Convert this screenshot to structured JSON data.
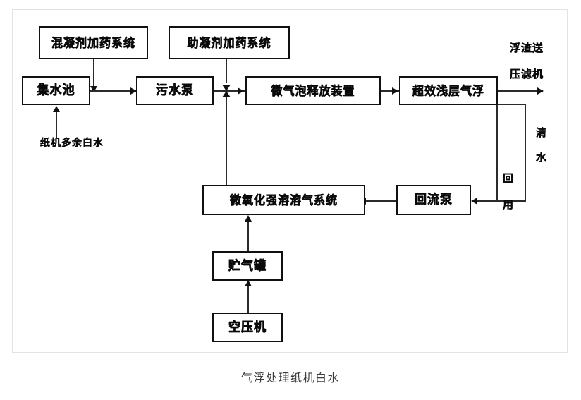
{
  "caption": "气浮处理纸机白水",
  "diagram": {
    "title": "气浮处理纸机白水",
    "type": "process-flow-diagram",
    "nodes": [
      {
        "id": "coagulant",
        "label": "混凝剂加药系统"
      },
      {
        "id": "flocculant",
        "label": "助凝剂加药系统"
      },
      {
        "id": "sump",
        "label": "集水池"
      },
      {
        "id": "sewage_pump",
        "label": "污水泵"
      },
      {
        "id": "microbubble",
        "label": "微气泡释放装置"
      },
      {
        "id": "flotation",
        "label": "超效浅层气浮"
      },
      {
        "id": "dissolve",
        "label": "微氧化强溶溶气系统"
      },
      {
        "id": "reflux_pump",
        "label": "回流泵"
      },
      {
        "id": "gas_tank",
        "label": "贮气罐"
      },
      {
        "id": "compressor",
        "label": "空压机"
      }
    ],
    "free_labels": [
      {
        "id": "scum_out_line1",
        "label": "浮渣送"
      },
      {
        "id": "scum_out_line2",
        "label": "压滤机"
      },
      {
        "id": "white_water_in",
        "label": "纸机多余白水"
      },
      {
        "id": "clear_water_reuse_1",
        "label": "清"
      },
      {
        "id": "clear_water_reuse_2",
        "label": "水"
      },
      {
        "id": "clear_water_reuse_3",
        "label": "回"
      },
      {
        "id": "clear_water_reuse_4",
        "label": "用"
      }
    ],
    "colors": {
      "line": "#2b2b2b",
      "box_border": "#111111",
      "frame": "#e3e3e3",
      "text": "#0a0a0a",
      "caption": "#3b3b3b"
    }
  }
}
